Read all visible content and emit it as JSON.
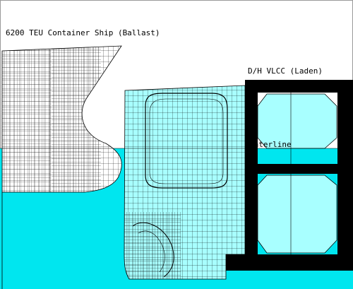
{
  "labels": {
    "ship1": "6200 TEU Container Ship (Ballast)",
    "ship2": "D/H VLCC (Laden)",
    "waterline": "Waterline"
  },
  "colors": {
    "water": "#00e6ef",
    "water_light": "#a8ffff",
    "hull_fill": "#ffffff",
    "solid": "#000000",
    "mesh_line": "#000000",
    "frame": "#9a9a9a"
  }
}
